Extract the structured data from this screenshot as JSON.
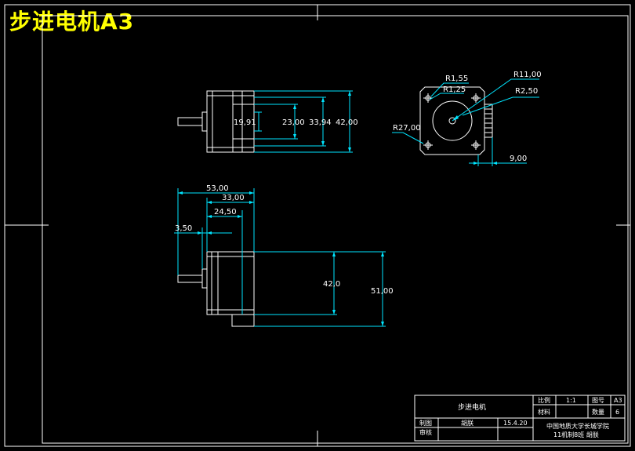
{
  "document": {
    "title": "步进电机A3"
  },
  "front_view": {
    "dims": [
      "19,91",
      "23,00",
      "33,94",
      "42,00"
    ]
  },
  "side_view": {
    "radii": [
      "R1,55",
      "R1,25",
      "R11,00",
      "R2,50",
      "R27,00"
    ],
    "width_dim": "9,00"
  },
  "bottom_view": {
    "horizontal_dims": [
      "53,00",
      "33,00",
      "24,50",
      "3,50"
    ],
    "vertical_dims": [
      "42,0",
      "51,00"
    ]
  },
  "title_block": {
    "part_name": "步进电机",
    "scale_label": "比例",
    "scale_value": "1:1",
    "sheet_no_label": "图号",
    "sheet_no_value": "A3",
    "material_label": "材料",
    "quantity_label": "数量",
    "quantity_value": "6",
    "drawn_label": "制图",
    "drawn_name": "胡朕",
    "drawn_date": "15.4.20",
    "check_label": "审核",
    "school": "中国地质大学长城学院",
    "class_info": "11机制8班   胡朕"
  }
}
